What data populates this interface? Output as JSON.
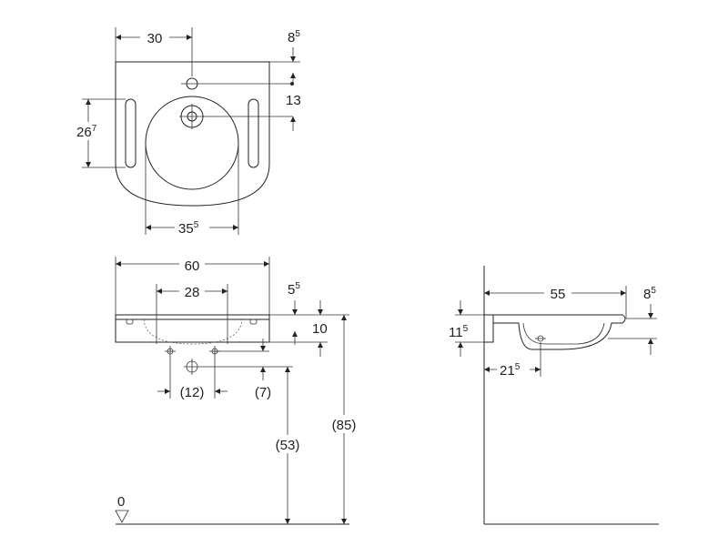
{
  "top_view": {
    "width_to_hole": {
      "main": "30",
      "sup": ""
    },
    "top_offset": {
      "main": "8",
      "sup": "5"
    },
    "hole_offset": {
      "main": "13",
      "sup": ""
    },
    "handle_height": {
      "main": "26",
      "sup": "7"
    },
    "bowl_diameter": {
      "main": "35",
      "sup": "5"
    }
  },
  "front_view": {
    "width": {
      "main": "60",
      "sup": ""
    },
    "bowl_width": {
      "main": "28",
      "sup": ""
    },
    "rim_thickness": {
      "main": "5",
      "sup": "5"
    },
    "depth": {
      "main": "10",
      "sup": ""
    },
    "drain_spacing": {
      "main": "(12)",
      "sup": ""
    },
    "drain_drop": {
      "main": "(7)",
      "sup": ""
    },
    "drain_height": {
      "main": "(53)",
      "sup": ""
    },
    "total_height": {
      "main": "(85)",
      "sup": ""
    },
    "floor_level": {
      "main": "0",
      "sup": ""
    }
  },
  "side_view": {
    "projection": {
      "main": "55",
      "sup": ""
    },
    "rim_offset": {
      "main": "8",
      "sup": "5"
    },
    "bracket_height": {
      "main": "11",
      "sup": "5"
    },
    "drain_position": {
      "main": "21",
      "sup": "5"
    }
  }
}
